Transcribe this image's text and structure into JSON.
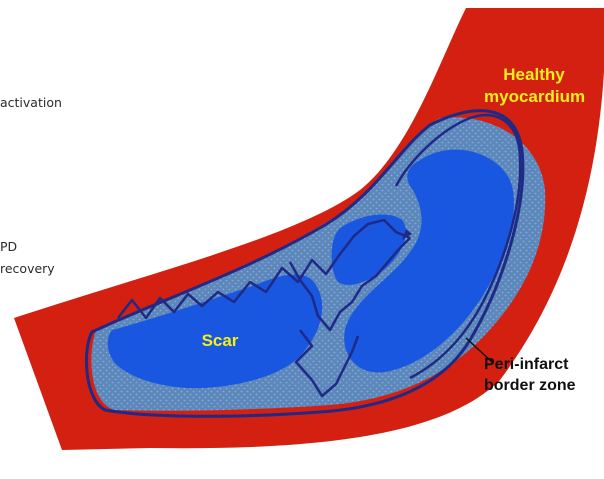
{
  "side_fragments": {
    "line1": "activation",
    "line2": "PD",
    "line3": "recovery"
  },
  "labels": {
    "healthy_line1": "Healthy",
    "healthy_line2": "myocardium",
    "scar": "Scar",
    "border_line1": "Peri-infarct",
    "border_line2": "border zone"
  },
  "colors": {
    "healthy": "#d42010",
    "border_zone": "#5b87ba",
    "scar": "#1a57e0",
    "outline": "#1f2a86",
    "label_yellow": "#f4ef1a"
  }
}
